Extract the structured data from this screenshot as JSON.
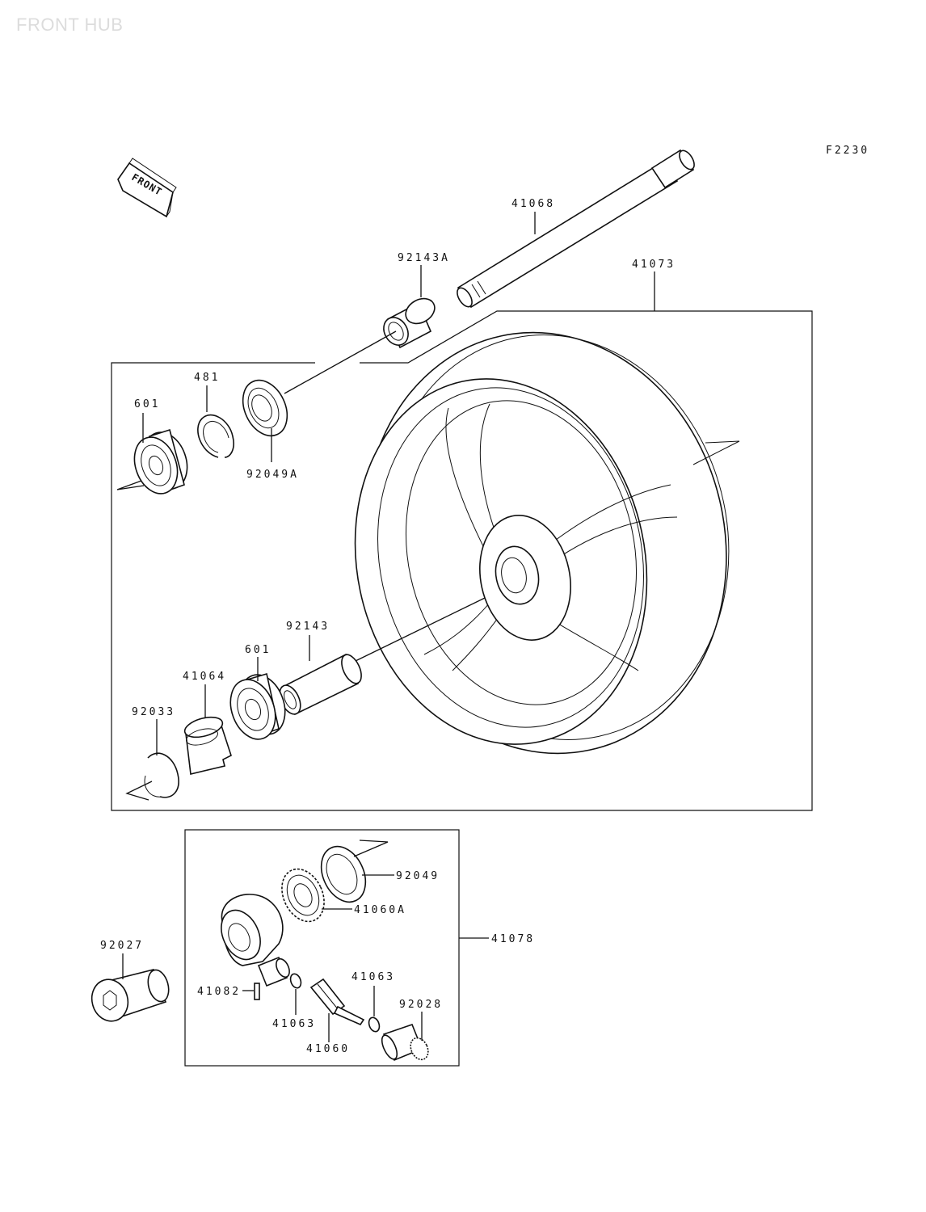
{
  "page": {
    "title": "FRONT HUB",
    "diagram_code": "F2230",
    "front_marker": "FRONT"
  },
  "parts": {
    "p41068": "41068",
    "p92143A": "92143A",
    "p41073": "41073",
    "p481": "481",
    "p601_top": "601",
    "p92049A": "92049A",
    "p92143": "92143",
    "p601_bottom": "601",
    "p41064": "41064",
    "p92033": "92033",
    "p92049": "92049",
    "p41060A": "41060A",
    "p41078": "41078",
    "p92027": "92027",
    "p41082": "41082",
    "p41063_right": "41063",
    "p92028": "92028",
    "p41063_left": "41063",
    "p41060": "41060"
  }
}
